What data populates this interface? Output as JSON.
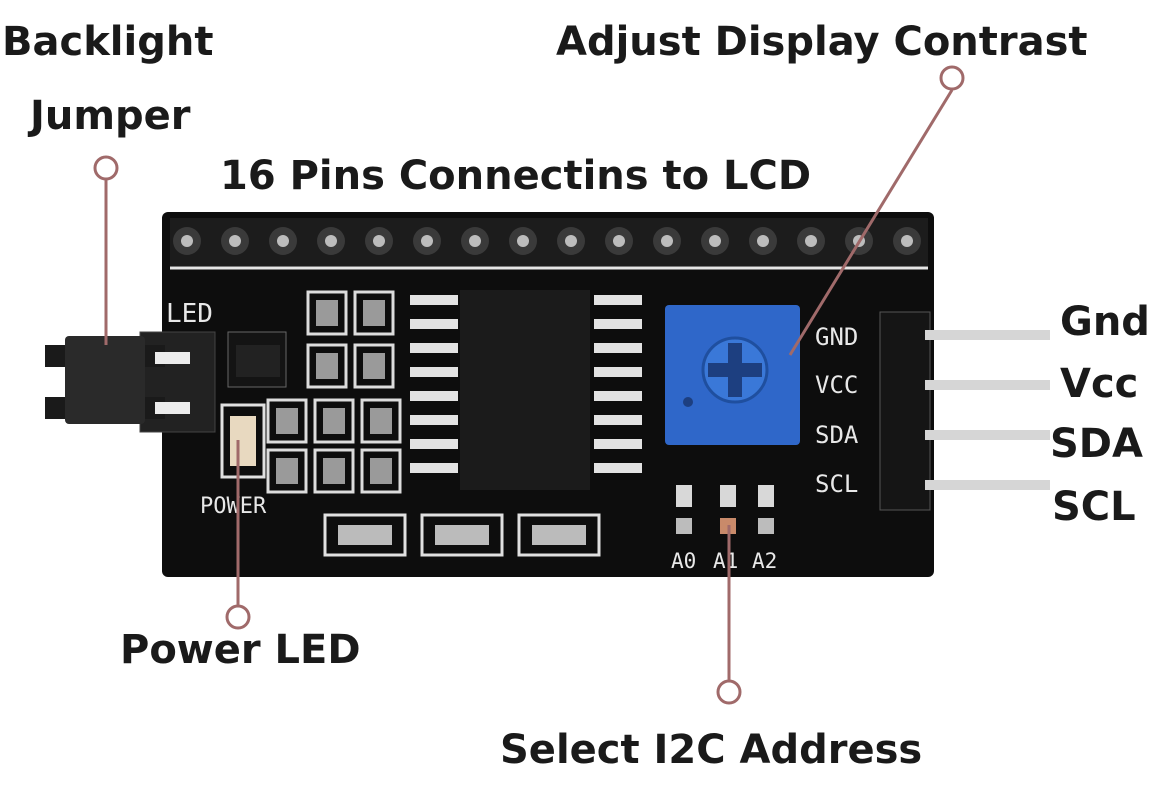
{
  "callouts": {
    "backlight_jumper_line1": "Backlight",
    "backlight_jumper_line2": "Jumper",
    "adjust_contrast": "Adjust Display Contrast",
    "pins_16": "16 Pins Connectins to LCD",
    "power_led": "Power LED",
    "select_i2c": "Select I2C Address"
  },
  "header_pins": {
    "gnd": "Gnd",
    "vcc": "Vcc",
    "sda": "SDA",
    "scl": "SCL"
  },
  "silkscreen": {
    "led": "LED",
    "power": "POWER",
    "gnd": "GND",
    "vcc": "VCC",
    "sda": "SDA",
    "scl": "SCL",
    "a0": "A0",
    "a1": "A1",
    "a2": "A2"
  },
  "colors": {
    "board": "#0d0d0d",
    "pot": "#2f67c9",
    "leader": "#a06a6a",
    "pin_wire": "#d6d6d6"
  }
}
